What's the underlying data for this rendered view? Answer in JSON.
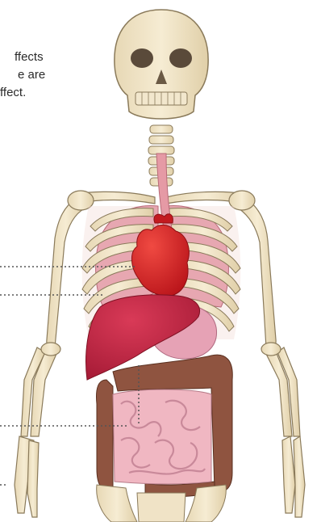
{
  "caption": {
    "line1": "ffects",
    "line2": "e are",
    "line3": "ffect."
  },
  "colors": {
    "bone": "#efe3c4",
    "bone_outline": "#8a7a5a",
    "heart": "#d51f24",
    "liver": "#c21f3e",
    "lung": "#e7a7b1",
    "stomach": "#e6a2b5",
    "small_intestine": "#f0b7c2",
    "large_intestine": "#8f5440",
    "leader_line": "#555555"
  },
  "icons": [
    "skeleton-illustration",
    "heart-icon",
    "liver-icon",
    "lungs-icon",
    "stomach-icon",
    "intestines-icon"
  ]
}
